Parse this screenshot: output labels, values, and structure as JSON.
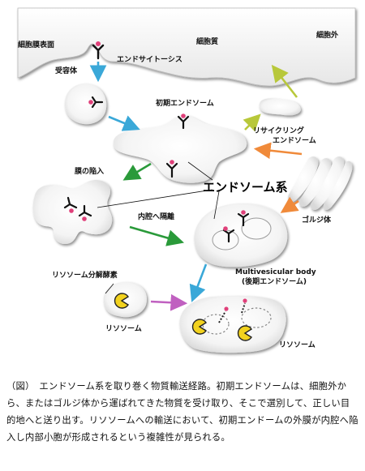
{
  "labels": {
    "membrane_surface": "細胞膜表面",
    "cytoplasm": "細胞質",
    "extracellular": "細胞外",
    "receptor": "受容体",
    "endocytosis": "エンドサイトーシス",
    "early_endosome": "初期エンドソーム",
    "recycling_1": "リサイクリング",
    "recycling_2": "エンドソーム",
    "invagination": "膜の陥入",
    "endosome_system": "エンドソーム系",
    "lumen_isolation": "内腔へ隔離",
    "golgi": "ゴルジ体",
    "mvb_1": "Multivesicular body",
    "mvb_2": "(後期エンドソーム)",
    "lysosomal_enzyme": "リソソーム分解酵素",
    "lysosome_small": "リソソーム",
    "lysosome_large": "リソソーム"
  },
  "caption": "（図）　エンドソーム系を取り巻く物質輸送経路。初期エンドソームは、細胞外から、またはゴルジ体から運ばれてきた物質を受け取り、そこで選別して、正しい目的地へと送り出す。リソソームへの輸送において、初期エンドームの外膜が内腔へ陥入し内部小胞が形成されるという複雑性が見られる。",
  "colors": {
    "cyan_arrow": "#3aa8d8",
    "green_arrow": "#2a9a3a",
    "olive_arrow": "#b8c83a",
    "orange_arrow": "#f08a3a",
    "pink_arrow": "#c060c0",
    "cargo": "#e0407a",
    "enzyme": "#f2d21e"
  }
}
